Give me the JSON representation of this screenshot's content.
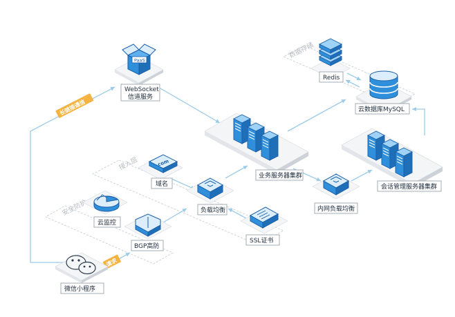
{
  "nodes": {
    "websocket": {
      "line1": "WebSocket",
      "line2": "信道服务",
      "badge": "PaaS"
    },
    "redis": {
      "label": "Redis"
    },
    "mysql": {
      "label": "云数据库MySQL"
    },
    "biz_cluster": {
      "label": "业务服务器集群"
    },
    "domain": {
      "label": "域名",
      "badge": "com"
    },
    "lb": {
      "label": "负载均衡"
    },
    "inner_lb": {
      "label": "内网负载均衡"
    },
    "session_cluster": {
      "label": "会话管理服务器集群"
    },
    "monitor": {
      "label": "云监控"
    },
    "bgp": {
      "label": "BGP高防"
    },
    "ssl": {
      "label": "SSL证书"
    },
    "miniprogram": {
      "label": "微信小程序"
    }
  },
  "groups": {
    "data_storage": "数据存储",
    "access_layer": "接入层",
    "security": "安全防护"
  },
  "tags": {
    "long_link": "长链接通信",
    "request": "请求"
  },
  "colors": {
    "accent": "#2f8fdb",
    "icon_stroke": "#1b5fa8",
    "connector": "#9ccbe8",
    "tag_bg": "#f5b342"
  }
}
